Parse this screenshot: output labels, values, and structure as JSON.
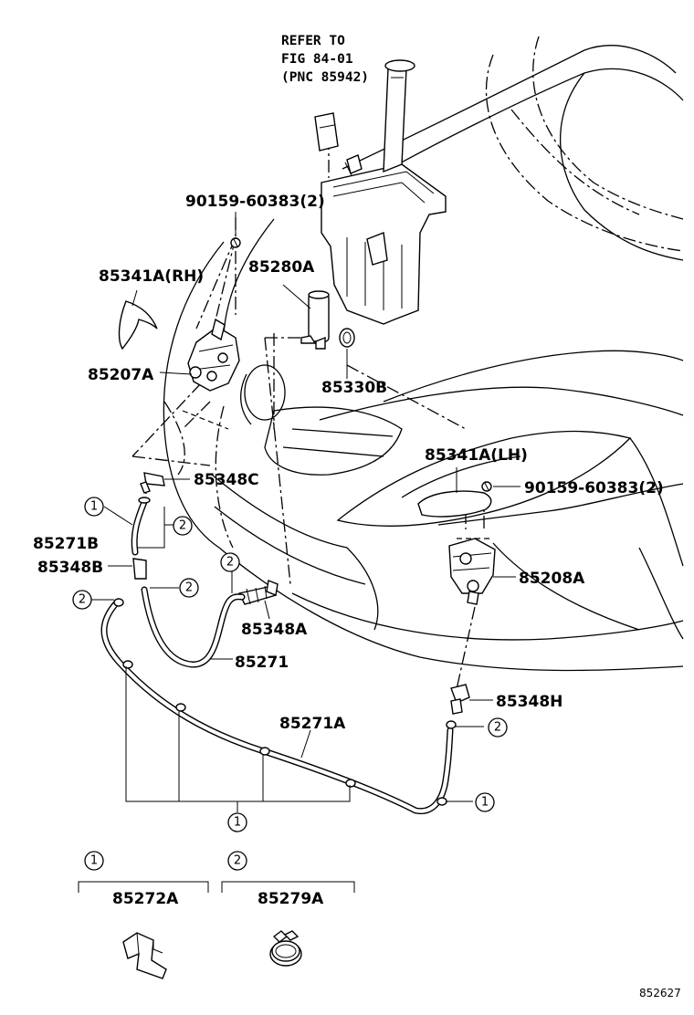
{
  "reference_note": {
    "line1": "REFER TO",
    "line2": "FIG 84-01",
    "line3": "(PNC 85942)"
  },
  "part_labels": {
    "bolt_upper": "90159-60383(2)",
    "bolt_right": "90159-60383(2)",
    "motor": "85280A",
    "cover_rh": "85341A(RH)",
    "cover_lh": "85341A(LH)",
    "grommet": "85330B",
    "actuator_rh": "85207A",
    "actuator_lh": "85208A",
    "joint_c": "85348C",
    "hose_b": "85271B",
    "joint_b": "85348B",
    "joint_a": "85348A",
    "hose": "85271",
    "joint_h": "85348H",
    "hose_a": "85271A"
  },
  "callouts": [
    "1",
    "2"
  ],
  "legend": {
    "item1": {
      "number": "1",
      "part": "85272A"
    },
    "item2": {
      "number": "2",
      "part": "85279A"
    }
  },
  "figure_code": "852627"
}
